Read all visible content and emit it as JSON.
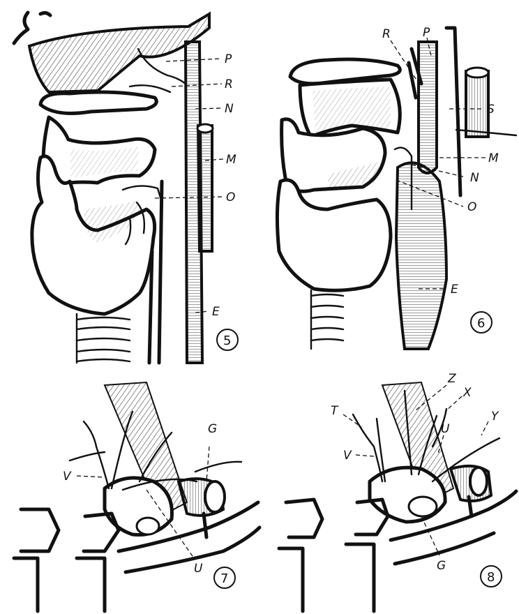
{
  "figures": [
    {
      "number": "5",
      "labels": [
        {
          "id": "P",
          "text": "P"
        },
        {
          "id": "R",
          "text": "R"
        },
        {
          "id": "N",
          "text": "N"
        },
        {
          "id": "M",
          "text": "M"
        },
        {
          "id": "O",
          "text": "O"
        },
        {
          "id": "E",
          "text": "E"
        }
      ]
    },
    {
      "number": "6",
      "labels": [
        {
          "id": "R",
          "text": "R"
        },
        {
          "id": "P",
          "text": "P"
        },
        {
          "id": "S",
          "text": "S"
        },
        {
          "id": "M",
          "text": "M"
        },
        {
          "id": "N",
          "text": "N"
        },
        {
          "id": "O",
          "text": "O"
        },
        {
          "id": "E",
          "text": "E"
        }
      ]
    },
    {
      "number": "7",
      "labels": [
        {
          "id": "G",
          "text": "G"
        },
        {
          "id": "V",
          "text": "V"
        },
        {
          "id": "U",
          "text": "U"
        }
      ]
    },
    {
      "number": "8",
      "labels": [
        {
          "id": "Z",
          "text": "Z"
        },
        {
          "id": "X",
          "text": "X"
        },
        {
          "id": "T",
          "text": "T"
        },
        {
          "id": "Y",
          "text": "Y"
        },
        {
          "id": "U",
          "text": "U"
        },
        {
          "id": "V",
          "text": "V"
        },
        {
          "id": "G",
          "text": "G"
        }
      ]
    }
  ]
}
